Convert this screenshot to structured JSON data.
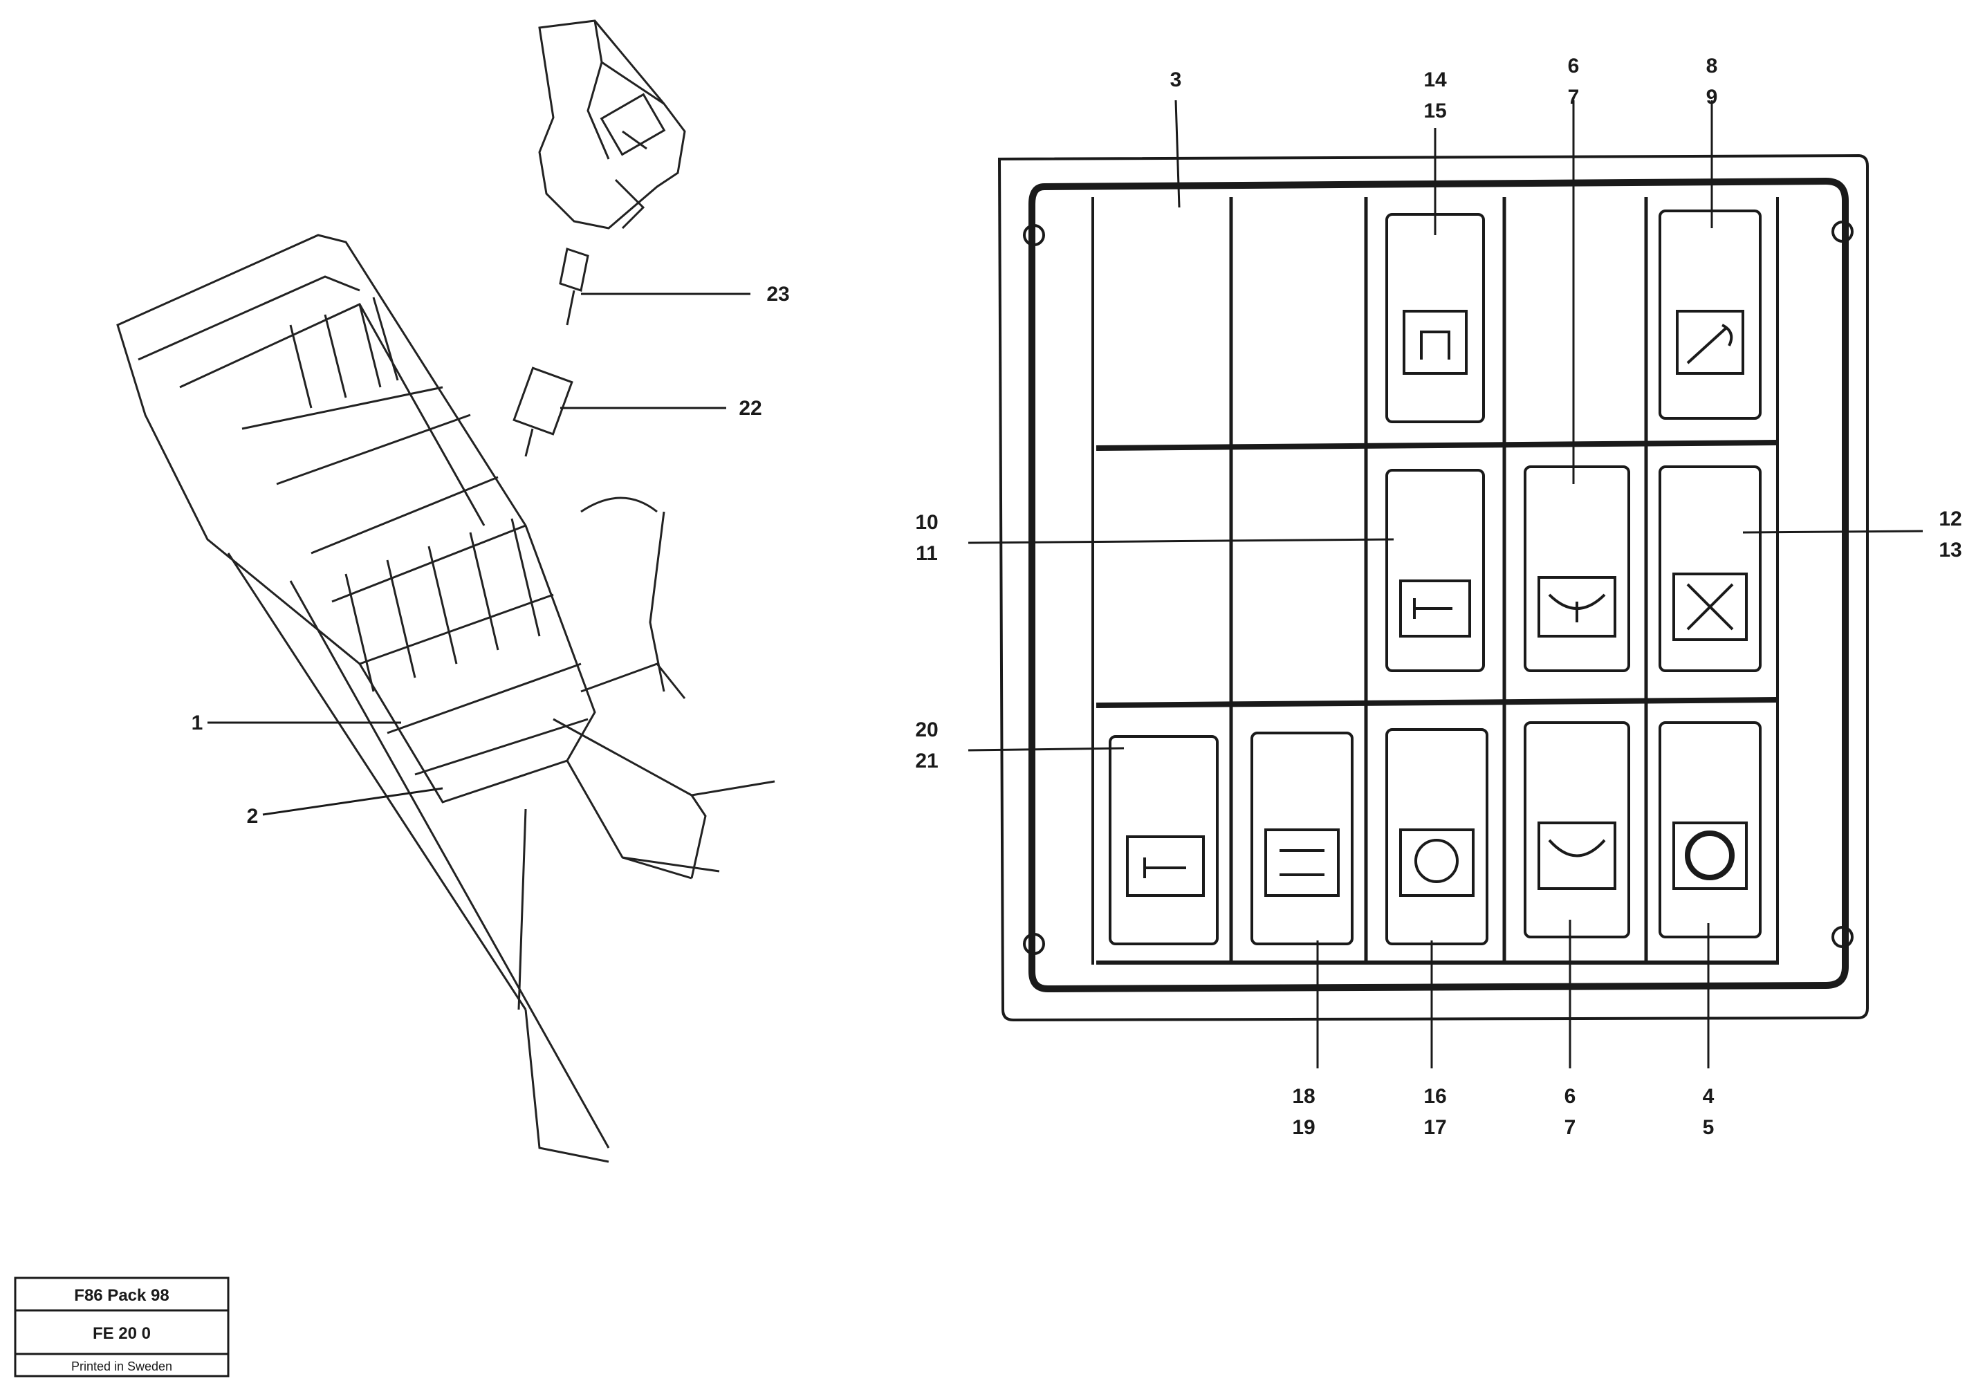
{
  "diagram": {
    "part_numbers": {
      "p1": "1",
      "p2": "2",
      "p3": "3",
      "p4_5": [
        "4",
        "5"
      ],
      "p6_7_bottom": [
        "6",
        "7"
      ],
      "p6_7_top": [
        "6",
        "7"
      ],
      "p8_9": [
        "8",
        "9"
      ],
      "p10_11": [
        "10",
        "11"
      ],
      "p12_13": [
        "12",
        "13"
      ],
      "p14_15": [
        "14",
        "15"
      ],
      "p16_17": [
        "16",
        "17"
      ],
      "p18_19": [
        "18",
        "19"
      ],
      "p20_21": [
        "20",
        "21"
      ],
      "p22": "22",
      "p23": "23"
    },
    "title_block": {
      "line1": "F86 Pack 98",
      "line2": "FE 20 0",
      "line3": "Printed in Sweden"
    }
  }
}
